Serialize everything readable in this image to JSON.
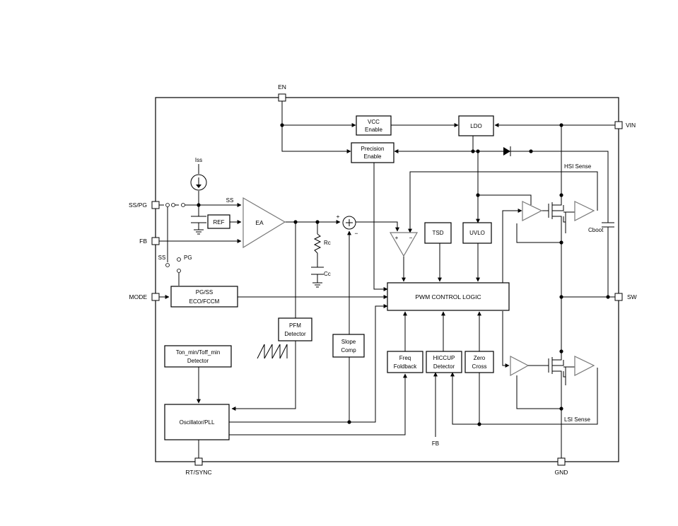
{
  "pins": {
    "en": "EN",
    "vin": "VIN",
    "ss_pg": "SS/PG",
    "fb_left": "FB",
    "mode": "MODE",
    "sw": "SW",
    "rt_sync": "RT/SYNC",
    "gnd": "GND",
    "fb_bottom": "FB"
  },
  "blocks": {
    "vcc_enable_1": "VCC",
    "vcc_enable_2": "Enable",
    "ldo": "LDO",
    "precision_enable_1": "Precision",
    "precision_enable_2": "Enable",
    "ref": "REF",
    "ea": "EA",
    "tsd": "TSD",
    "uvlo": "UVLO",
    "pwm_control_logic": "PWM CONTROL LOGIC",
    "pg_ss_1": "PG/SS",
    "pg_ss_2": "ECO/FCCM",
    "pfm_detector_1": "PFM",
    "pfm_detector_2": "Detector",
    "slope_comp_1": "Slope",
    "slope_comp_2": "Comp",
    "ton_toff_1": "Ton_min/Toff_min",
    "ton_toff_2": "Detector",
    "oscillator_pll": "Oscillator/PLL",
    "freq_foldback_1": "Freq",
    "freq_foldback_2": "Foldback",
    "hiccup_1": "HICCUP",
    "hiccup_2": "Detector",
    "zero_cross_1": "Zero",
    "zero_cross_2": "Cross"
  },
  "labels": {
    "iss": "Iss",
    "ss_wire": "SS",
    "ss_switch": "SS",
    "pg_switch": "PG",
    "rc": "Rc",
    "cc": "Cc",
    "cboot": "Cboot",
    "hsi_sense": "HSI Sense",
    "lsi_sense": "LSI Sense",
    "plus_sum": "+",
    "minus_sum": "−",
    "comp_plus": "+",
    "comp_minus": "−"
  }
}
